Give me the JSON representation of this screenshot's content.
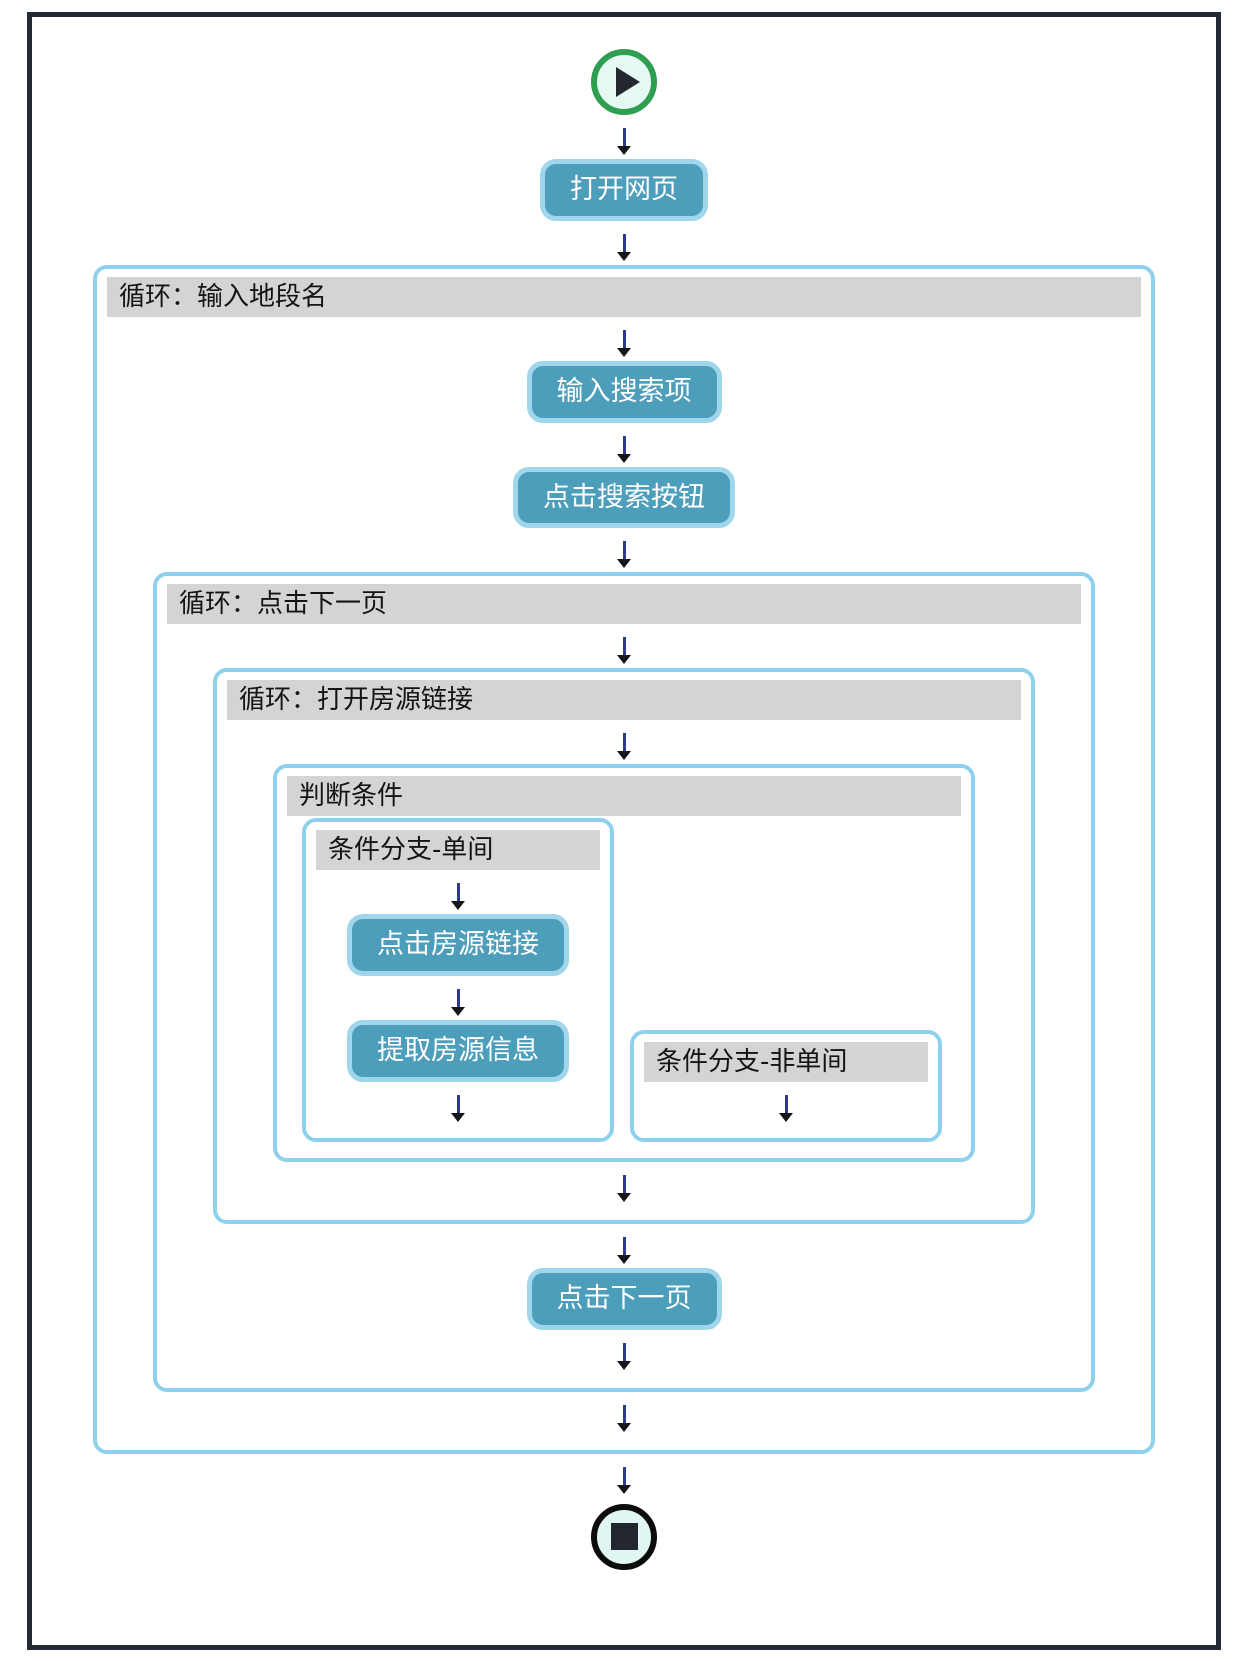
{
  "flowchart": {
    "start_icon": "play-icon",
    "end_icon": "stop-icon",
    "steps": {
      "open_page": "打开网页",
      "input_search": "输入搜索项",
      "click_search": "点击搜索按钮",
      "click_listing": "点击房源链接",
      "extract_info": "提取房源信息",
      "click_next_page": "点击下一页"
    },
    "loops": {
      "input_district": "循环：输入地段名",
      "next_page": "循环：点击下一页",
      "open_listing": "循环：打开房源链接"
    },
    "condition": {
      "label": "判断条件",
      "branch_single": "条件分支-单间",
      "branch_not_single": "条件分支-非单间"
    },
    "colors": {
      "frame_border": "#242a35",
      "container_border": "#8fd0ec",
      "header_bg": "#d4d4d4",
      "button_bg": "#4d9eba",
      "button_border": "#9fd6ec",
      "button_text": "#ffffff",
      "arrow": "#2c3a92",
      "start_ring": "#2f9e50",
      "stop_ring": "#0c0c0c",
      "node_fill": "#e6f8f4"
    }
  }
}
